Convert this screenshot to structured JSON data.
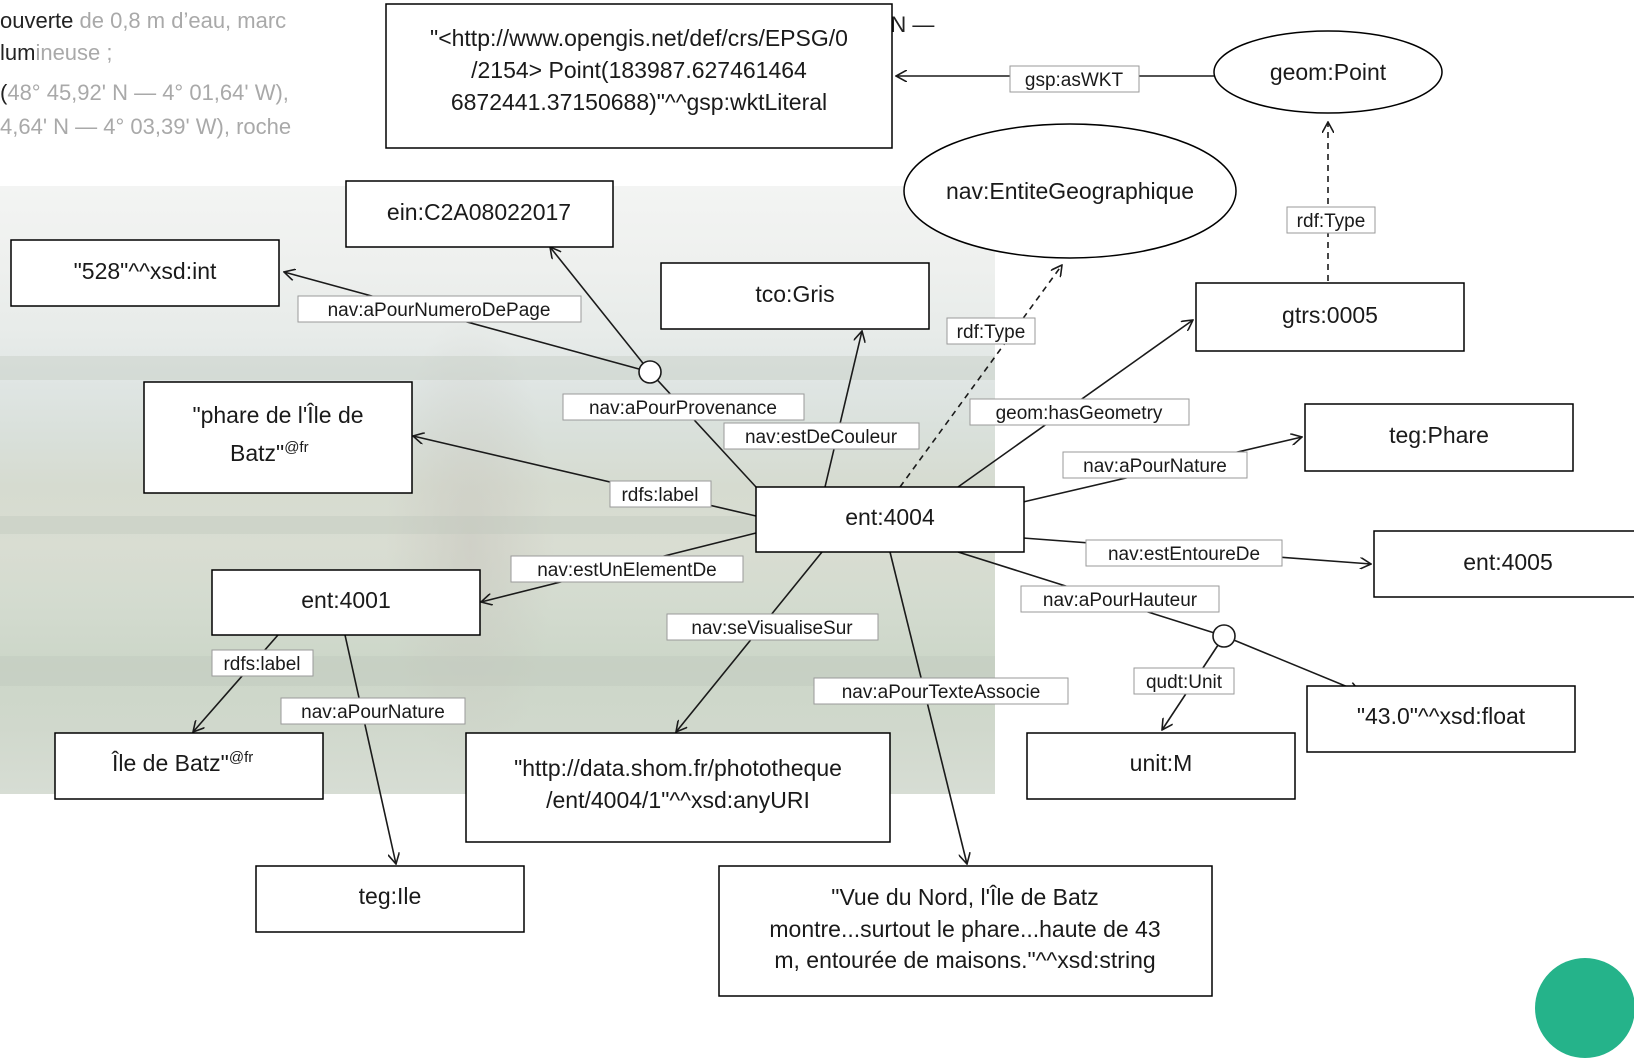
{
  "background_text": {
    "line1_dark": "ouverte",
    "line1_rest": " de 0,8 m d’eau, marc",
    "line1_right": "ʹ N —",
    "line2_dark": "lum",
    "line2_rest": "ineuse ;",
    "line3_dark": "(",
    "line3_rest": "48° 45,92ʹ N — 4° 01,64ʹ W), ",
    "line4": "4,64ʹ N — 4° 03,39ʹ W), roche "
  },
  "nodes": {
    "wkt_literal": {
      "lines": [
        "\"<http://www.opengis.net/def/crs/EPSG/0",
        "/2154> Point(183987.627461464",
        "6872441.37150688)\"^^gsp:wktLiteral"
      ]
    },
    "geom_point": {
      "label": "geom:Point"
    },
    "ein_c2a": {
      "label": "ein:C2A08022017"
    },
    "nav_entite": {
      "label": "nav:EntiteGeographique"
    },
    "page_528": {
      "label": "\"528\"^^xsd:int"
    },
    "tco_gris": {
      "label": "tco:Gris"
    },
    "gtrs_0005": {
      "label": "gtrs:0005"
    },
    "phare_label": {
      "line1": "\"phare de l'Île de",
      "line2": "Batz\"",
      "lang": "@fr"
    },
    "teg_phare": {
      "label": "teg:Phare"
    },
    "ent_4004": {
      "label": "ent:4004"
    },
    "ent_4005": {
      "label": "ent:4005"
    },
    "ent_4001": {
      "label": "ent:4001"
    },
    "ile_batz": {
      "label": "Île de Batz\"",
      "lang": "@fr"
    },
    "photo_uri": {
      "lines": [
        "\"http://data.shom.fr/phototheque",
        "/ent/4004/1\"^^xsd:anyURI"
      ]
    },
    "unit_m": {
      "label": "unit:M"
    },
    "height_float": {
      "label": "\"43.0\"^^xsd:float"
    },
    "teg_ile": {
      "label": "teg:Ile"
    },
    "texte_assoc": {
      "lines": [
        "\"Vue du Nord, l'Île de Batz",
        "montre...surtout le phare...haute de 43",
        "m, entourée de maisons.\"^^xsd:string"
      ]
    }
  },
  "edges": {
    "gsp_aswkt": "gsp:asWKT",
    "rdf_type_geom": "rdf:Type",
    "nav_apournumerodepage": "nav:aPourNumeroDePage",
    "rdf_type_entite": "rdf:Type",
    "nav_apourprovenance": "nav:aPourProvenance",
    "nav_estdecouleur": "nav:estDeCouleur",
    "geom_hasgeometry": "geom:hasGeometry",
    "nav_apournature_phare": "nav:aPourNature",
    "rdfs_label_phare": "rdfs:label",
    "nav_estentourede": "nav:estEntoureDe",
    "nav_estunelementde": "nav:estUnElementDe",
    "nav_apourhauteur": "nav:aPourHauteur",
    "nav_sevisualisesur": "nav:seVisualiseSur",
    "qudt_unit": "qudt:Unit",
    "rdfs_label_ile": "rdfs:label",
    "nav_apourtexteassocie": "nav:aPourTexteAssocie",
    "nav_apournature_ile": "nav:aPourNature"
  },
  "colors": {
    "accent_blob": "#25b38a"
  }
}
